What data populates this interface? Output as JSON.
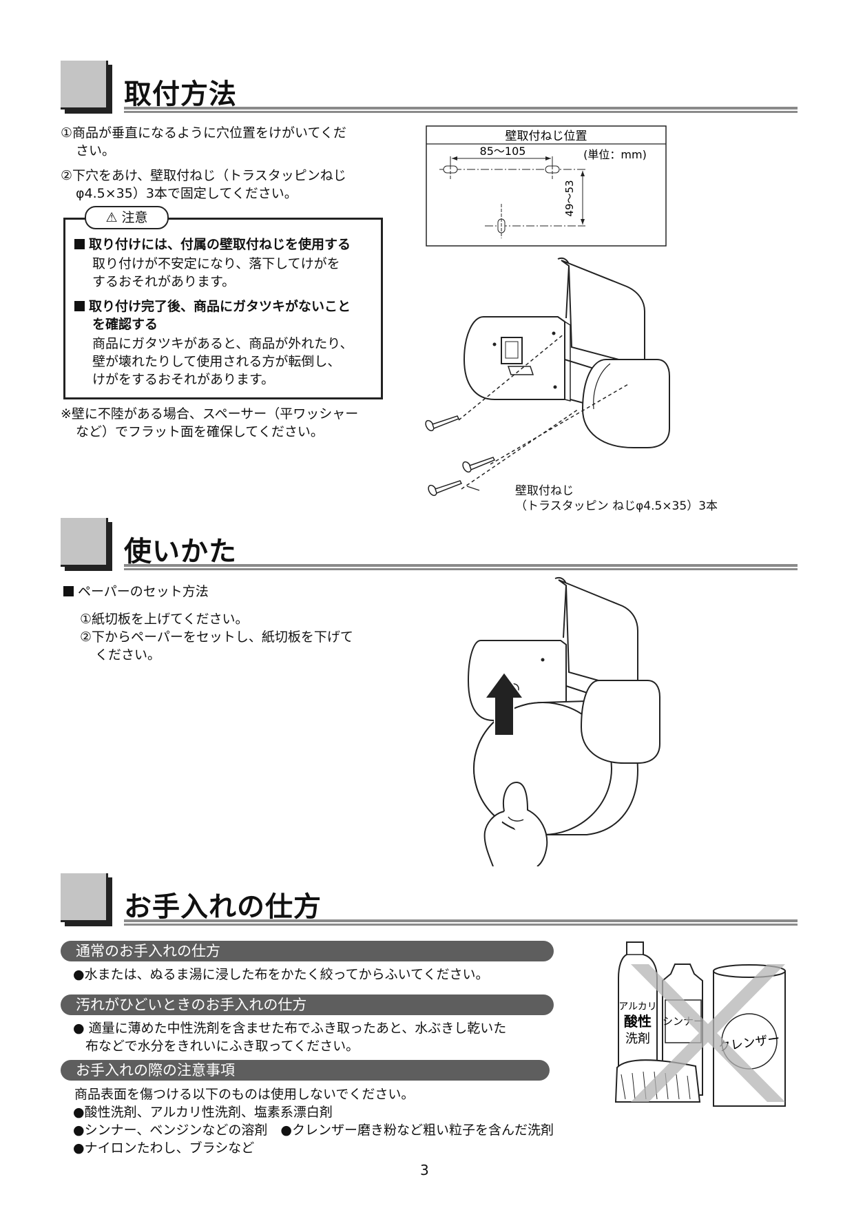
{
  "section1": {
    "title": "取付方法",
    "step1_line1": "①商品が垂直になるように穴位置をけがいてくだ",
    "step1_line2": "さい。",
    "step2_line1": "②下穴をあけ、壁取付ねじ（トラスタッピンねじ",
    "step2_line2": "φ4.5×35）3本で固定してください。",
    "caution_label": "⚠ 注意",
    "caution1_title": "取り付けには、付属の壁取付ねじを使用する",
    "caution1_body1": "取り付けが不安定になり、落下してけがを",
    "caution1_body2": "するおそれがあります。",
    "caution2_title1": "取り付け完了後、商品にガタツキがないこと",
    "caution2_title2": "を確認する",
    "caution2_body1": "商品にガタツキがあると、商品が外れたり、",
    "caution2_body2": "壁が壊れたりして使用される方が転倒し、",
    "caution2_body3": "けがをするおそれがあります。",
    "note_line1": "※壁に不陸がある場合、スペーサー（平ワッシャー",
    "note_line2": "など）でフラット面を確保してください。",
    "diagram": {
      "title": "壁取付ねじ位置",
      "unit": "(単位：mm)",
      "dim_h": "85〜105",
      "dim_v": "49〜53"
    },
    "screw_label1": "壁取付ねじ",
    "screw_label2": "（トラスタッピン ねじφ4.5×35）3本"
  },
  "section2": {
    "title": "使いかた",
    "heading": "ペーパーのセット方法",
    "step1": "①紙切板を上げてください。",
    "step2_line1": "②下からペーパーをセットし、紙切板を下げて",
    "step2_line2": "ください。"
  },
  "section3": {
    "title": "お手入れの仕方",
    "normal_title": "通常のお手入れの仕方",
    "normal_body": "●水または、ぬるま湯に浸した布をかたく絞ってからふいてください。",
    "dirty_title": "汚れがひどいときのお手入れの仕方",
    "dirty_body1": "● 適量に薄めた中性洗剤を含ませた布でふき取ったあと、水ぶきし乾いた",
    "dirty_body2": "布などで水分をきれいにふき取ってください。",
    "caution_title": "お手入れの際の注意事項",
    "caution_intro": "商品表面を傷つける以下のものは使用しないでください。",
    "caution_item1": "●酸性洗剤、アルカリ性洗剤、塩素系漂白剤",
    "caution_item2": "●シンナー、ベンジンなどの溶剤　●クレンザー磨き粉など粗い粒子を含んだ洗剤",
    "caution_item3": "●ナイロンたわし、ブラシなど",
    "bottle_alkali1": "アルカリ",
    "bottle_alkali2": "酸性",
    "bottle_alkali3": "洗剤",
    "bottle_thinner": "シンナー",
    "bottle_cleanser": "クレンザー"
  },
  "page_number": "3"
}
